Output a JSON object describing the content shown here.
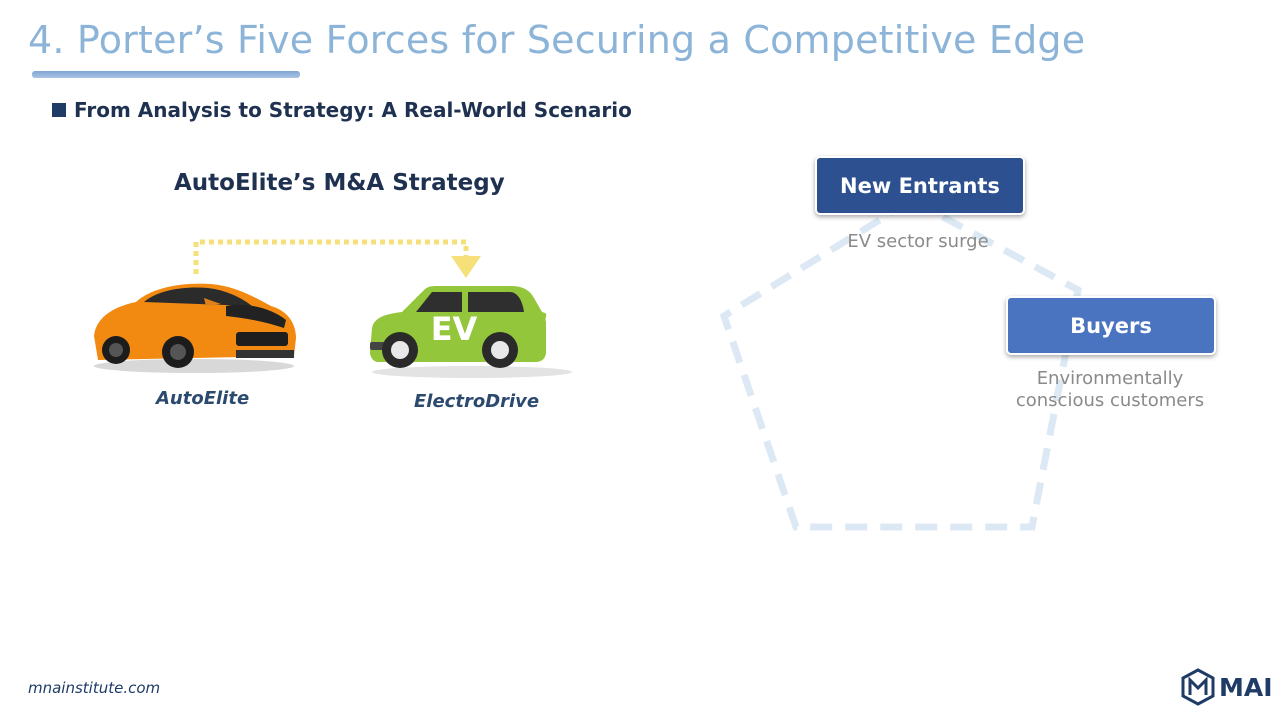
{
  "slide": {
    "title": "4. Porter’s Five Forces for Securing a Competitive Edge",
    "subtitle": "From Analysis to Strategy: A Real-World Scenario"
  },
  "scenario": {
    "title": "AutoElite’s M&A Strategy",
    "acquirer": {
      "label": "AutoElite",
      "icon": "orange-sports-car"
    },
    "target": {
      "label": "ElectroDrive",
      "icon": "green-ev-car",
      "badge": "EV"
    },
    "arrow_color": "#f5e07a"
  },
  "forces": [
    {
      "label": "New Entrants",
      "description": "EV sector surge",
      "color": "#2c5090"
    },
    {
      "label": "Buyers",
      "description_lines": [
        "Environmentally",
        "conscious customers"
      ],
      "color": "#4a73c0"
    }
  ],
  "footer": {
    "url": "mnainstitute.com",
    "logo_text": "MAI"
  },
  "colors": {
    "title": "#8cb4d8",
    "dark_navy": "#1f3c67",
    "pentagon_dash": "#dce9f4"
  }
}
